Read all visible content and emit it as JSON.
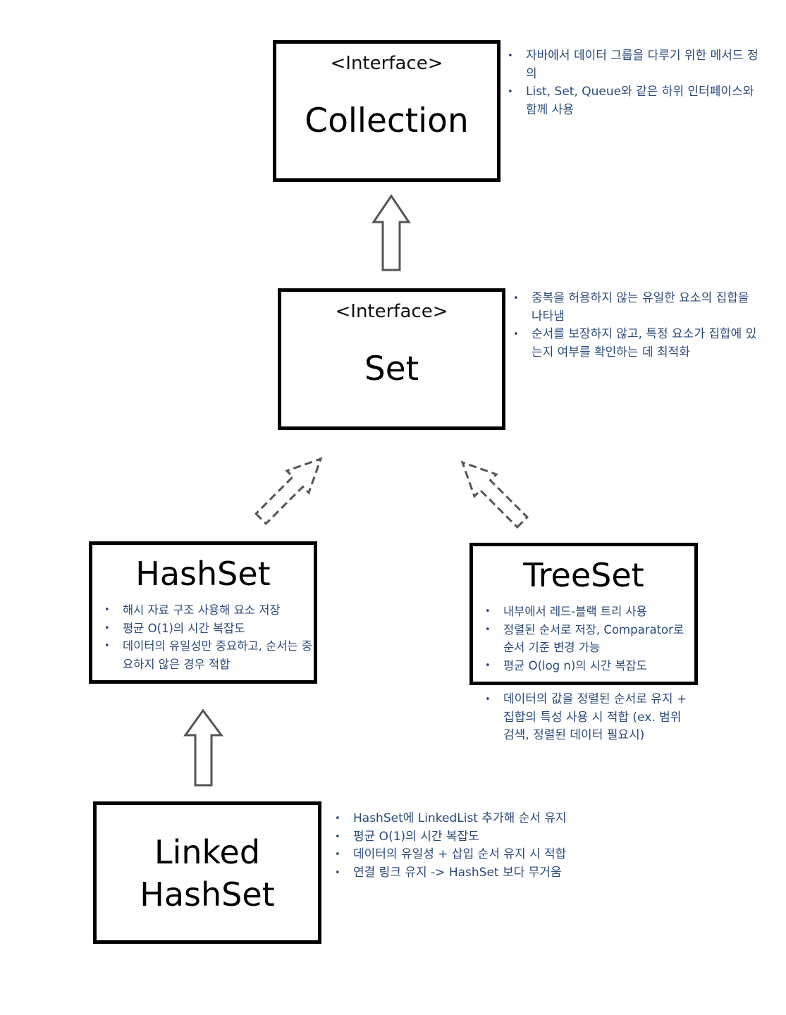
{
  "collection": {
    "stereotype": "<Interface>",
    "title": "Collection",
    "notes": [
      "자바에서 데이터 그룹을 다루기 위한 메서드 정의",
      "List, Set, Queue와 같은 하위 인터페이스와 함께 사용"
    ]
  },
  "set": {
    "stereotype": "<Interface>",
    "title": "Set",
    "notes": [
      "중복을 허용하지 않는 유일한 요소의 집합을 나타냄",
      "순서를 보장하지 않고, 특정 요소가 집합에 있는지 여부를 확인하는 데 최적화"
    ]
  },
  "hashset": {
    "title": "HashSet",
    "notes": [
      "해시 자료 구조 사용해 요소 저장",
      "평균 O(1)의 시간 복잡도",
      "데이터의 유일성만 중요하고, 순서는 중요하지 않은 경우 적합"
    ]
  },
  "treeset": {
    "title": "TreeSet",
    "notes": [
      "내부에서 레드-블랙 트리 사용",
      "정렬된 순서로 저장, Comparator로 순서 기준 변경 가능",
      "평균 O(log n)의 시간 복잡도"
    ],
    "outside_notes": [
      "데이터의 값을 정렬된 순서로 유지 + 집합의 특성 사용 시 적합 (ex. 범위 검색, 정렬된 데이터 필요시)"
    ]
  },
  "linkedhashset": {
    "title_line1": "Linked",
    "title_line2": "HashSet",
    "notes": [
      "HashSet에 LinkedList 추가해 순서 유지",
      "평균 O(1)의 시간 복잡도",
      "데이터의 유일성 + 삽입 순서 유지 시 적합",
      "연결 링크 유지 -> HashSet 보다 무거움"
    ]
  },
  "colors": {
    "note_text": "#2a4a78",
    "border": "#000000"
  }
}
